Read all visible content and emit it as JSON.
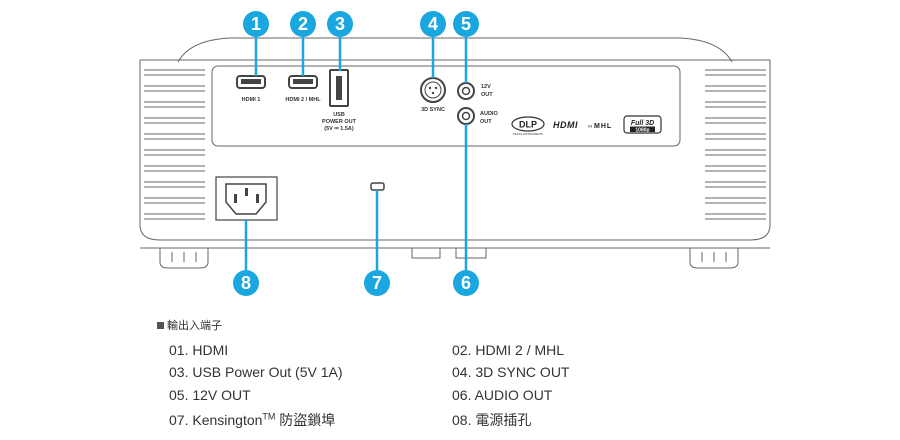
{
  "callouts": [
    {
      "number": "1",
      "name": "hdmi-1"
    },
    {
      "number": "2",
      "name": "hdmi-2-mhl"
    },
    {
      "number": "3",
      "name": "usb-power-out"
    },
    {
      "number": "4",
      "name": "3d-sync"
    },
    {
      "number": "5",
      "name": "12v-out"
    },
    {
      "number": "6",
      "name": "audio-out"
    },
    {
      "number": "7",
      "name": "kensington-lock"
    },
    {
      "number": "8",
      "name": "power-socket"
    }
  ],
  "panel_labels": {
    "hdmi1": "HDMI 1",
    "hdmi2": "HDMI 2 / MHL",
    "usb_line1": "USB",
    "usb_line2": "POWER OUT",
    "usb_line3": "(5V ⎓ 1.5A)",
    "sync": "3D SYNC",
    "out12_line1": "12V",
    "out12_line2": "OUT",
    "audio_line1": "AUDIO",
    "audio_line2": "OUT"
  },
  "logos": {
    "dlp": "DLP",
    "dlp_sub": "TEXAS INSTRUMENTS",
    "hdmi": "HDMI",
    "mhl": "MHL",
    "full3d_line1": "Full 3D",
    "full3d_line2": "1080p"
  },
  "section_title": "輸出入端子",
  "ports": [
    {
      "text": "01. HDMI"
    },
    {
      "text": "02. HDMI 2 / MHL"
    },
    {
      "text": "03. USB Power Out (5V 1A)"
    },
    {
      "text": "04. 3D SYNC OUT"
    },
    {
      "text": "05. 12V OUT"
    },
    {
      "text": "06. AUDIO OUT"
    },
    {
      "text": "07. Kensington",
      "sup": "TM",
      "suffix": " 防盜鎖埠"
    },
    {
      "text": "08. 電源插孔"
    }
  ],
  "colors": {
    "callout": "#1aa6de",
    "line": "#666666",
    "text": "#333333"
  }
}
